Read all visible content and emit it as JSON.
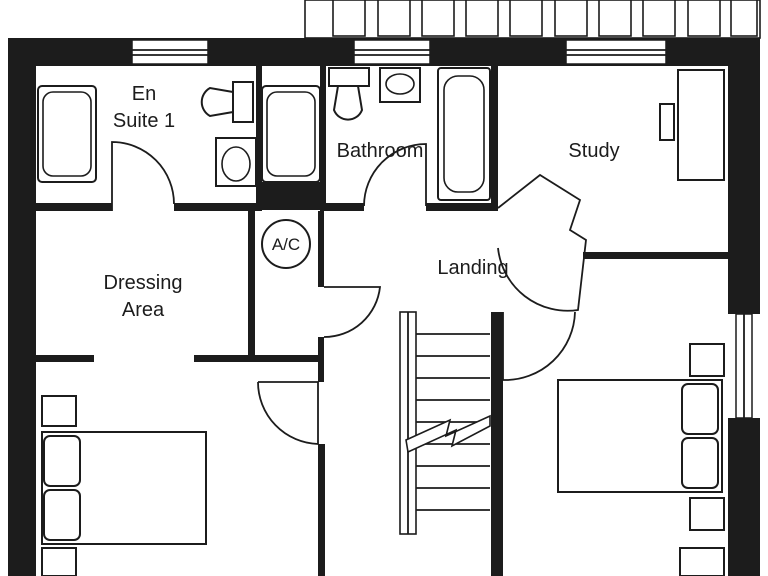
{
  "floor_plan": {
    "rooms": {
      "en_suite_line1": "En",
      "en_suite_line2": "Suite 1",
      "bathroom": "Bathroom",
      "study": "Study",
      "airing_cupboard": "A/C",
      "landing": "Landing",
      "dressing_line1": "Dressing",
      "dressing_line2": "Area"
    }
  }
}
